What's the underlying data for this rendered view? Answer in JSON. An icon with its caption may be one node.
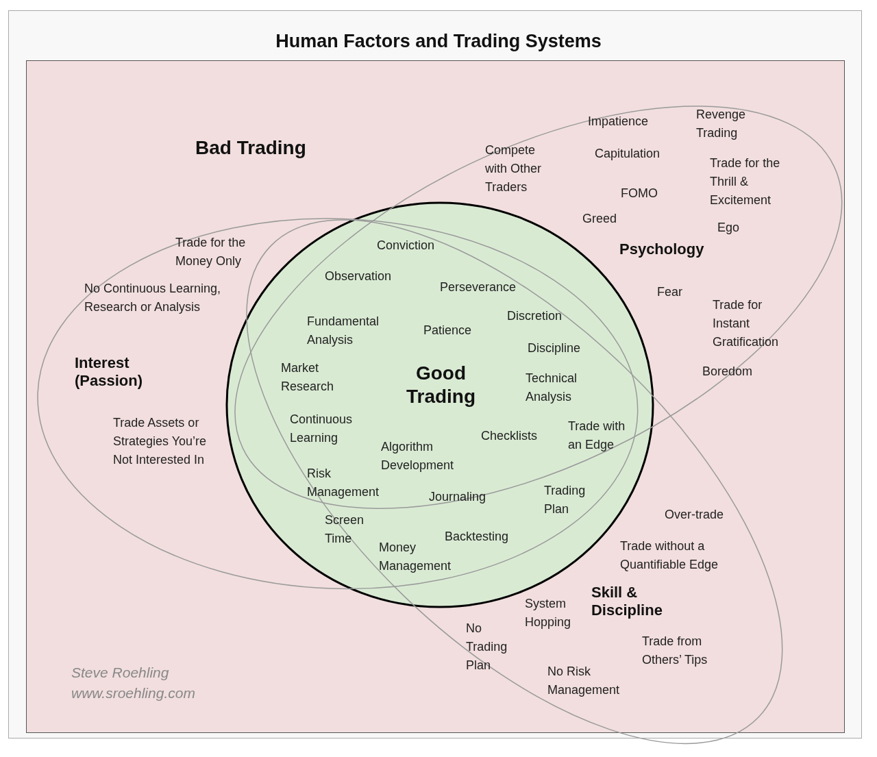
{
  "diagram": {
    "title": "Human Factors and Trading Systems",
    "nodes": [
      {
        "text": [
          "Bad Trading"
        ]
      },
      {
        "text": [
          "Good Trading",
          "Conviction",
          "Observation",
          "Perseverance",
          "Fundamental Analysis",
          "Patience",
          "Discretion",
          "Discipline",
          "Market Research",
          "Technical Analysis",
          "Continuous Learning",
          "Checklists",
          "Trade with an Edge",
          "Algorithm Development",
          "Risk Management",
          "Journaling",
          "Trading Plan",
          "Screen Time",
          "Backtesting",
          "Money Management"
        ],
        "in": 0
      },
      {
        "text": [
          "Psychology",
          "Impatience",
          "Revenge Trading",
          "Compete with Other Traders",
          "Capitulation",
          "Trade for the Thrill & Excitement",
          "FOMO",
          "Greed",
          "Ego",
          "Fear",
          "Trade for Instant Gratification",
          "Boredom"
        ],
        "in": 0
      },
      {
        "text": [
          "Interest (Passion)",
          "Trade for the Money Only",
          "No Continuous Learning, Research or Analysis",
          "Trade Assets or Strategies You’re Not Interested In"
        ],
        "in": 0
      },
      {
        "text": [
          "Skill & Discipline",
          "Over-trade",
          "Trade without a Quantifiable Edge",
          "System Hopping",
          "No Trading Plan",
          "Trade from Others’ Tips",
          "No Risk Management"
        ],
        "in": 0
      }
    ],
    "labels": [
      "Steve Roehling",
      "www.sroehling.com"
    ]
  }
}
